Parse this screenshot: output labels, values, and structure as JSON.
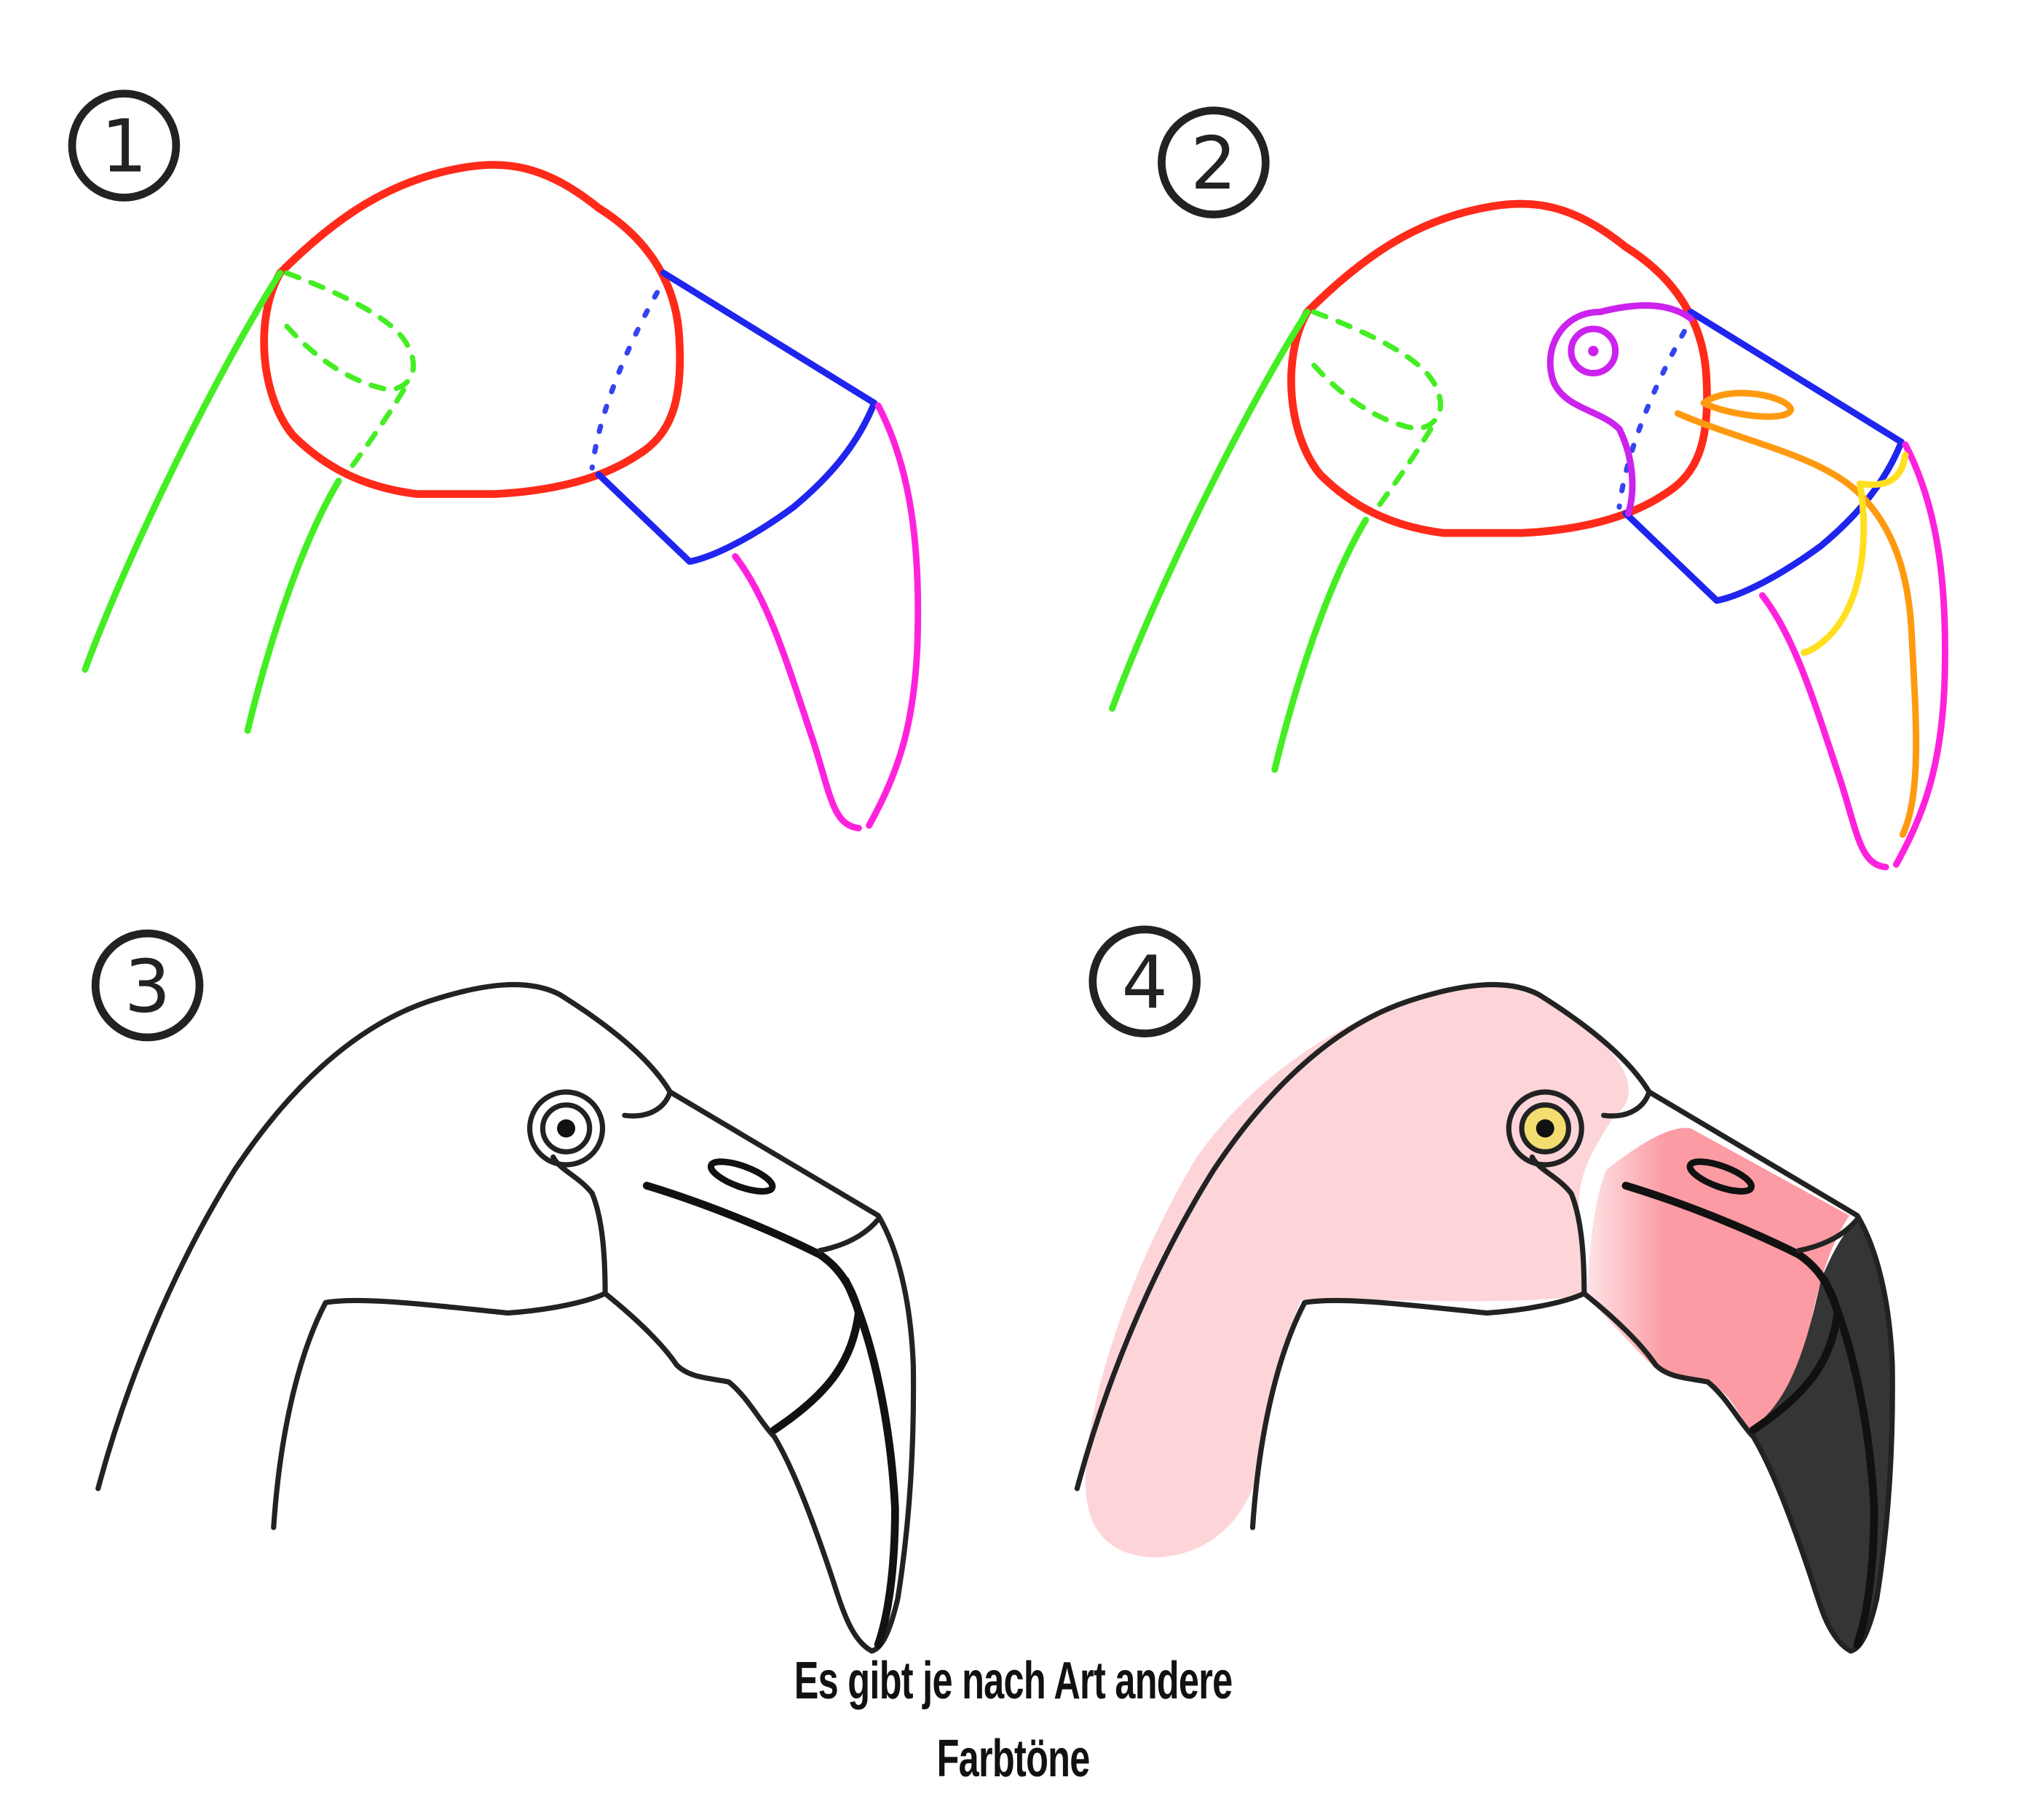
{
  "steps": [
    {
      "number": "1"
    },
    {
      "number": "2"
    },
    {
      "number": "3"
    },
    {
      "number": "4"
    }
  ],
  "caption": {
    "line1": "Es gibt je nach Art andere",
    "line2": "Farbtöne"
  },
  "colors": {
    "head_circle": "#ff2a1a",
    "neck": "#44ee22",
    "beak_top": "#1f25ee",
    "beak_lower": "#ff22dd",
    "eye_construction": "#cc22ee",
    "orange_guide": "#ff9a10",
    "yellow_guide": "#ffe020",
    "outline": "#222222",
    "feather_pink": "#fdd5d8",
    "beak_pink": "#fc9ba3",
    "beak_tip": "#353535",
    "iris": "#f4dd70"
  }
}
